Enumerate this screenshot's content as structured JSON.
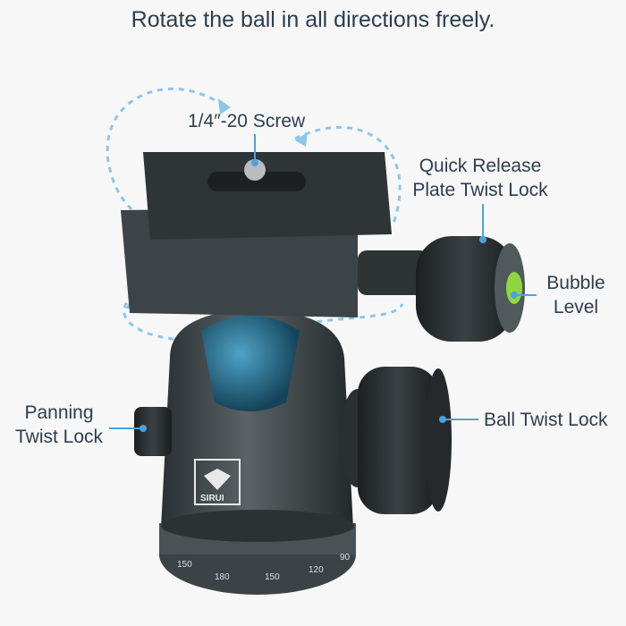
{
  "headline": "Rotate the ball in all directions freely.",
  "labels": {
    "screw": "1/4″-20 Screw",
    "quick_release_line1": "Quick Release",
    "quick_release_line2": "Plate Twist Lock",
    "bubble_line1": "Bubble",
    "bubble_line2": "Level",
    "panning_line1": "Panning",
    "panning_line2": "Twist Lock",
    "ball_lock": "Ball Twist Lock"
  },
  "logo": "SIRUI",
  "dial_numbers": [
    "150",
    "180",
    "150",
    "120",
    "90"
  ],
  "colors": {
    "accent": "#4aa3df",
    "text": "#2c3e50",
    "body": "#3d4446"
  }
}
